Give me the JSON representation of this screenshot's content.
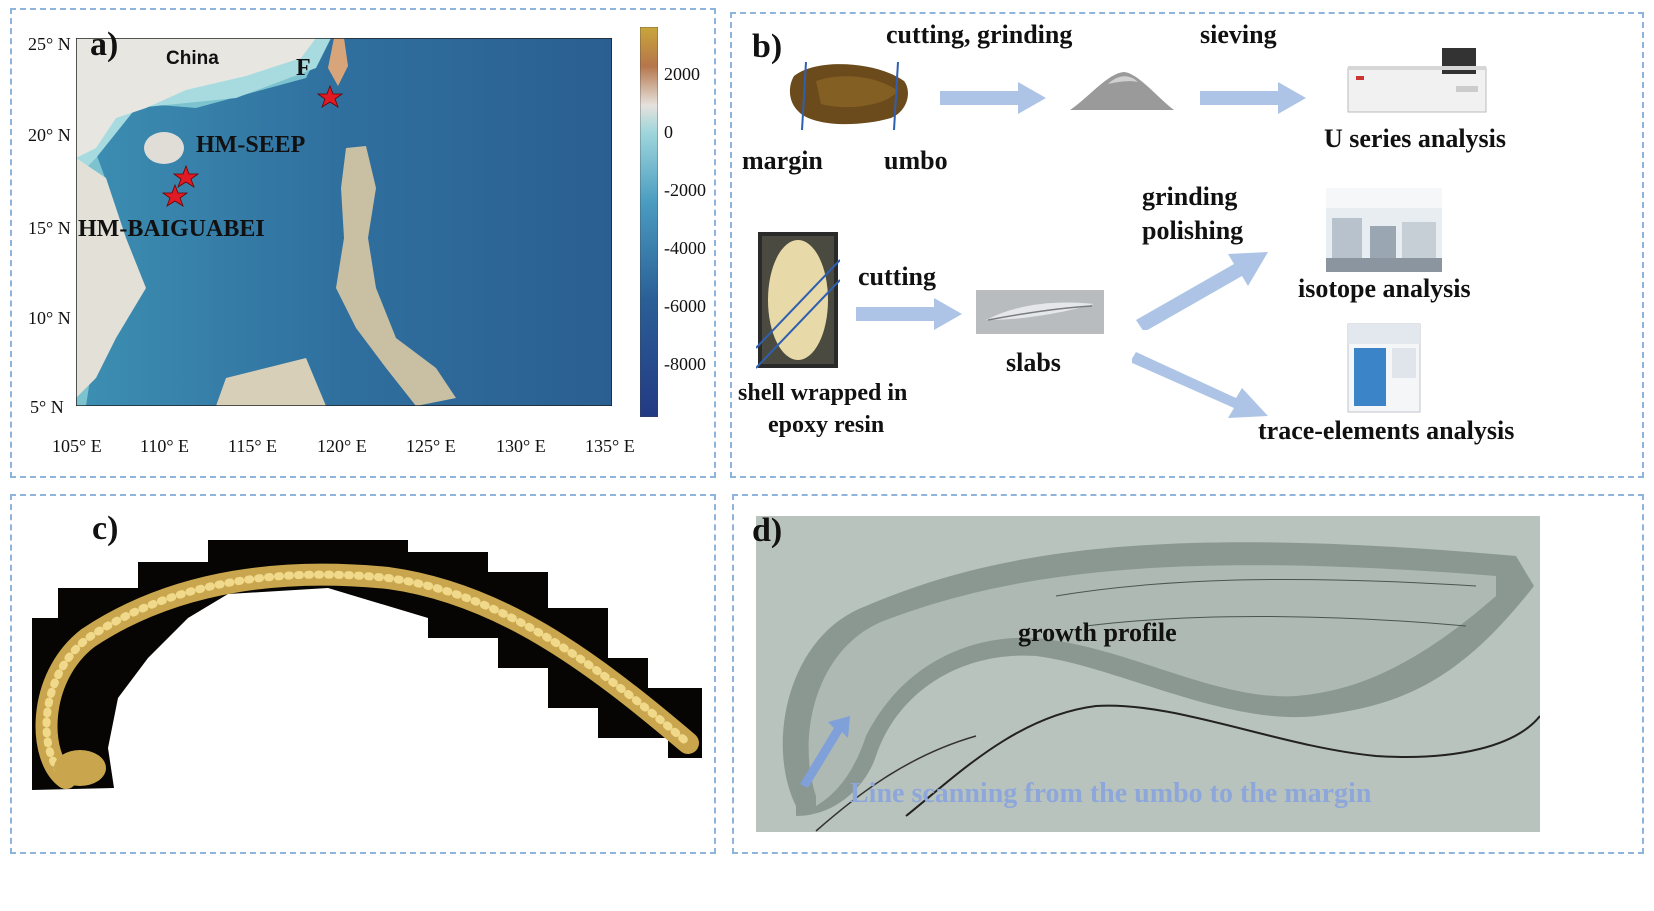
{
  "panel_a": {
    "label": "a)",
    "lat_ticks": [
      "25° N",
      "20° N",
      "15° N",
      "10° N",
      "5° N"
    ],
    "lon_ticks": [
      "105° E",
      "110° E",
      "115° E",
      "120° E",
      "125° E",
      "130° E",
      "135° E"
    ],
    "colorbar_ticks": [
      "2000",
      "0",
      "-2000",
      "-4000",
      "-6000",
      "-8000"
    ],
    "place_china": "China",
    "site_f": "F",
    "site_seep": "HM-SEEP",
    "site_baiguabei": "HM-BAIGUABEI",
    "marker_color": "#e01b24"
  },
  "panel_b": {
    "label": "b)",
    "step_cut_grind": "cutting, grinding",
    "step_sieving": "sieving",
    "margin": "margin",
    "umbo": "umbo",
    "u_series": "U series analysis",
    "grinding": "grinding",
    "polishing": "polishing",
    "cutting": "cutting",
    "isotope": "isotope analysis",
    "shell_line1": "shell wrapped in",
    "shell_line2": "epoxy resin",
    "slabs": "slabs",
    "trace": "trace-elements analysis",
    "arrow_color": "#adc4e6"
  },
  "panel_c": {
    "label": "c)"
  },
  "panel_d": {
    "label": "d)",
    "growth_profile": "growth profile",
    "scan_text": "Line scanning from the umbo to the margin"
  }
}
